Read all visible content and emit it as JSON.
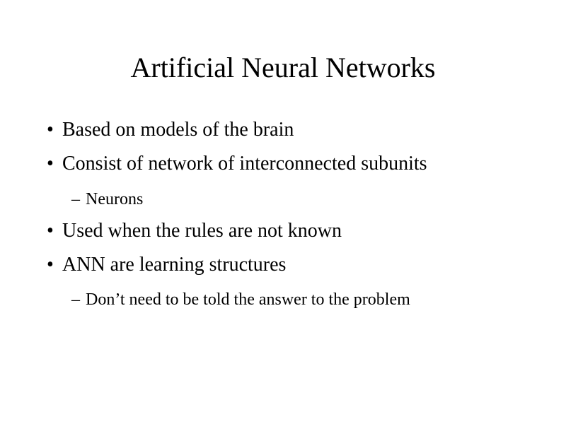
{
  "slide": {
    "title": "Artificial Neural Networks",
    "bullets": [
      {
        "level": 1,
        "marker": "•",
        "text": "Based on models of the brain"
      },
      {
        "level": 1,
        "marker": "•",
        "text": "Consist of network of interconnected subunits"
      },
      {
        "level": 2,
        "marker": "–",
        "text": "Neurons"
      },
      {
        "level": 1,
        "marker": "•",
        "text": "Used when the rules are not known"
      },
      {
        "level": 1,
        "marker": "•",
        "text": "ANN are learning structures"
      },
      {
        "level": 2,
        "marker": "–",
        "text": "Don’t need to be told the answer to the problem"
      }
    ],
    "colors": {
      "background": "#ffffff",
      "text": "#000000"
    }
  }
}
